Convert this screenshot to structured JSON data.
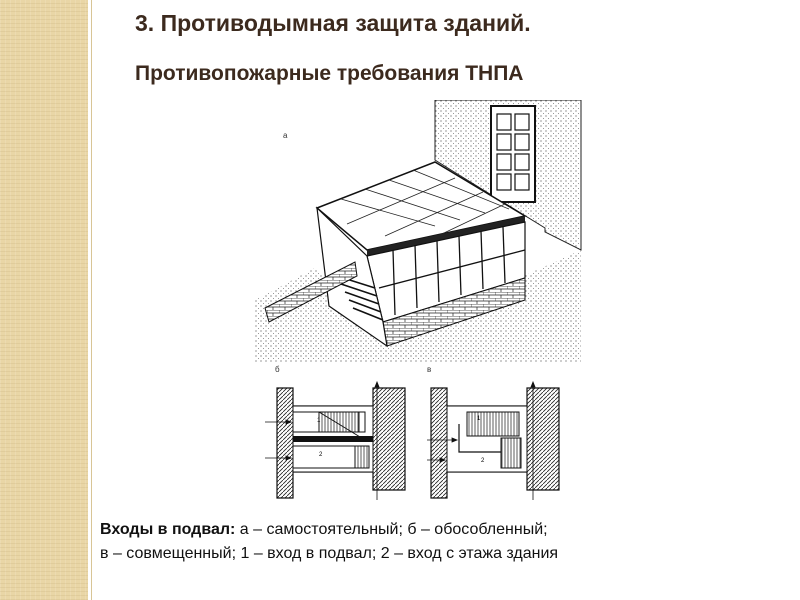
{
  "slide": {
    "title": "3. Противодымная защита зданий.",
    "subtitle": "Противопожарные требования ТНПА",
    "caption": {
      "lead": "Входы в подвал:",
      "line1_rest": " а – самостоятельный; б – обособленный;",
      "line2": "в – совмещенный; 1 – вход в подвал; 2 – вход с этажа здания"
    },
    "figure": {
      "label_a": "а",
      "label_b": "б",
      "label_c": "в",
      "label_1": "1",
      "label_2": "2"
    }
  },
  "colors": {
    "title": "#3c2a1e",
    "side_band": "#e9d6a6"
  }
}
